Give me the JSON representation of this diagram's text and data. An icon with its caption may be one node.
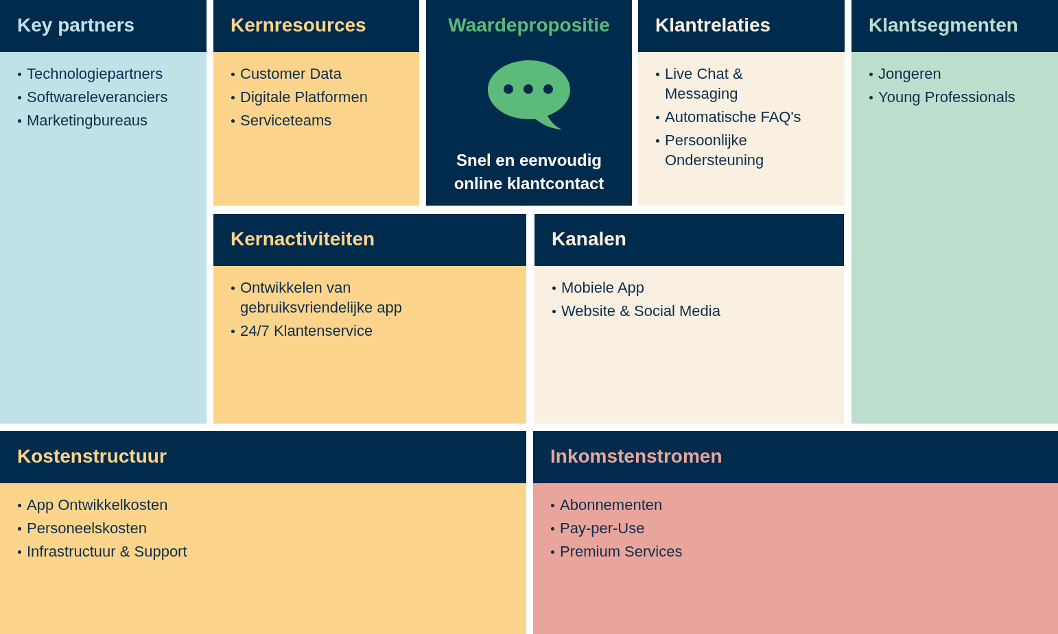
{
  "diagram": {
    "nodes": [
      {
        "text": [
          "Key partners",
          "Technologiepartners",
          "Softwareleveranciers",
          "Marketingbureaus"
        ]
      },
      {
        "text": [
          "Kernresources",
          "Customer Data",
          "Digitale Platformen",
          "Serviceteams"
        ]
      },
      {
        "text": [
          "Waardepropositie",
          "Snel en eenvoudig online klantcontact"
        ]
      },
      {
        "text": [
          "Klantrelaties",
          "Live Chat & Messaging",
          "Automatische FAQ's",
          "Persoonlijke Ondersteuning"
        ]
      },
      {
        "text": [
          "Klantsegmenten",
          "Jongeren",
          "Young Professionals"
        ]
      },
      {
        "text": [
          "Kernactiviteiten",
          "Ontwikkelen van gebruiksvriendelijke app",
          "24/7 Klantenservice"
        ]
      },
      {
        "text": [
          "Kanalen",
          "Mobiele App",
          "Website & Social Media"
        ]
      },
      {
        "text": [
          "Kostenstructuur",
          "App Ontwikkelkosten",
          "Personeelskosten",
          "Infrastructuur & Support"
        ]
      },
      {
        "text": [
          "Inkomstenstromen",
          "Abonnementen",
          "Pay-per-Use",
          "Premium Services"
        ]
      }
    ]
  }
}
